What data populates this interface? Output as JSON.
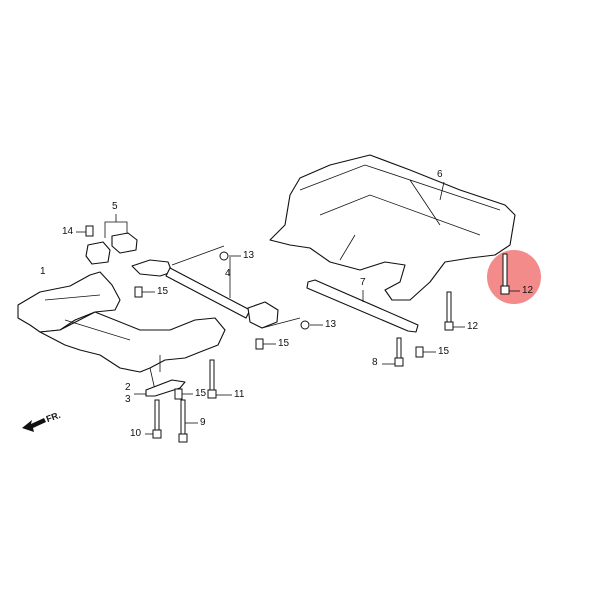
{
  "diagram": {
    "title": "Front/Rear Sub-Frame Parts Diagram",
    "direction_label": "FR.",
    "highlight_color": "#f05a5a",
    "highlighted_part": "12",
    "callouts": [
      {
        "id": "c1",
        "text": "1"
      },
      {
        "id": "c2",
        "text": "2"
      },
      {
        "id": "c3",
        "text": "3"
      },
      {
        "id": "c4",
        "text": "4"
      },
      {
        "id": "c5",
        "text": "5"
      },
      {
        "id": "c6",
        "text": "6"
      },
      {
        "id": "c7",
        "text": "7"
      },
      {
        "id": "c8",
        "text": "8"
      },
      {
        "id": "c9",
        "text": "9"
      },
      {
        "id": "c10",
        "text": "10"
      },
      {
        "id": "c11",
        "text": "11"
      },
      {
        "id": "c12a",
        "text": "12"
      },
      {
        "id": "c12b",
        "text": "12"
      },
      {
        "id": "c13a",
        "text": "13"
      },
      {
        "id": "c13b",
        "text": "13"
      },
      {
        "id": "c14",
        "text": "14"
      },
      {
        "id": "c15a",
        "text": "15"
      },
      {
        "id": "c15b",
        "text": "15"
      },
      {
        "id": "c15c",
        "text": "15"
      },
      {
        "id": "c15d",
        "text": "15"
      }
    ]
  }
}
